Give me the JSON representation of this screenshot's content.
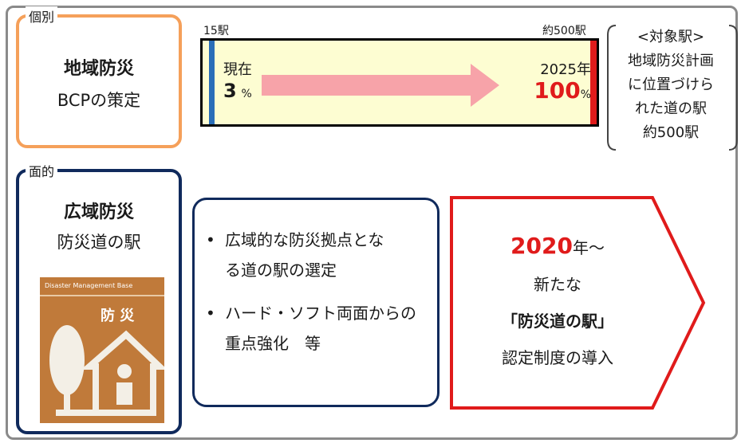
{
  "individual": {
    "tag": "個別",
    "title": "地域防災",
    "subtitle": "BCPの策定"
  },
  "progress": {
    "left_label": "15駅",
    "right_label": "約500駅",
    "current_label": "現在",
    "current_value": "3",
    "current_unit": "%",
    "goal_year": "2025年",
    "goal_value": "100",
    "goal_unit": "%"
  },
  "target_note": [
    "<対象駅>",
    "地域防災計画",
    "に位置づけら",
    "れた道の駅",
    "約500駅"
  ],
  "area": {
    "tag": "面的",
    "title": "広域防災",
    "subtitle": "防災道の駅",
    "logo_caption": "Disaster Management Base",
    "logo_text": "防 災"
  },
  "measures": [
    [
      "広域的な防災拠点とな",
      "る道の駅の選定"
    ],
    [
      "ハード・ソフト両面からの",
      "重点強化　等"
    ]
  ],
  "cta": {
    "year": "2020",
    "year_suffix": "年～",
    "line2": "新たな",
    "line3": "「防災道の駅」",
    "line4": "認定制度の導入"
  },
  "colors": {
    "orange": "#f5a05a",
    "navy": "#102a5c",
    "red": "#e01b1b",
    "blue": "#2a6eb8",
    "bar_fill": "#fdfdd2",
    "arrow": "#f7a3a9",
    "logo": "#c07a3a"
  }
}
